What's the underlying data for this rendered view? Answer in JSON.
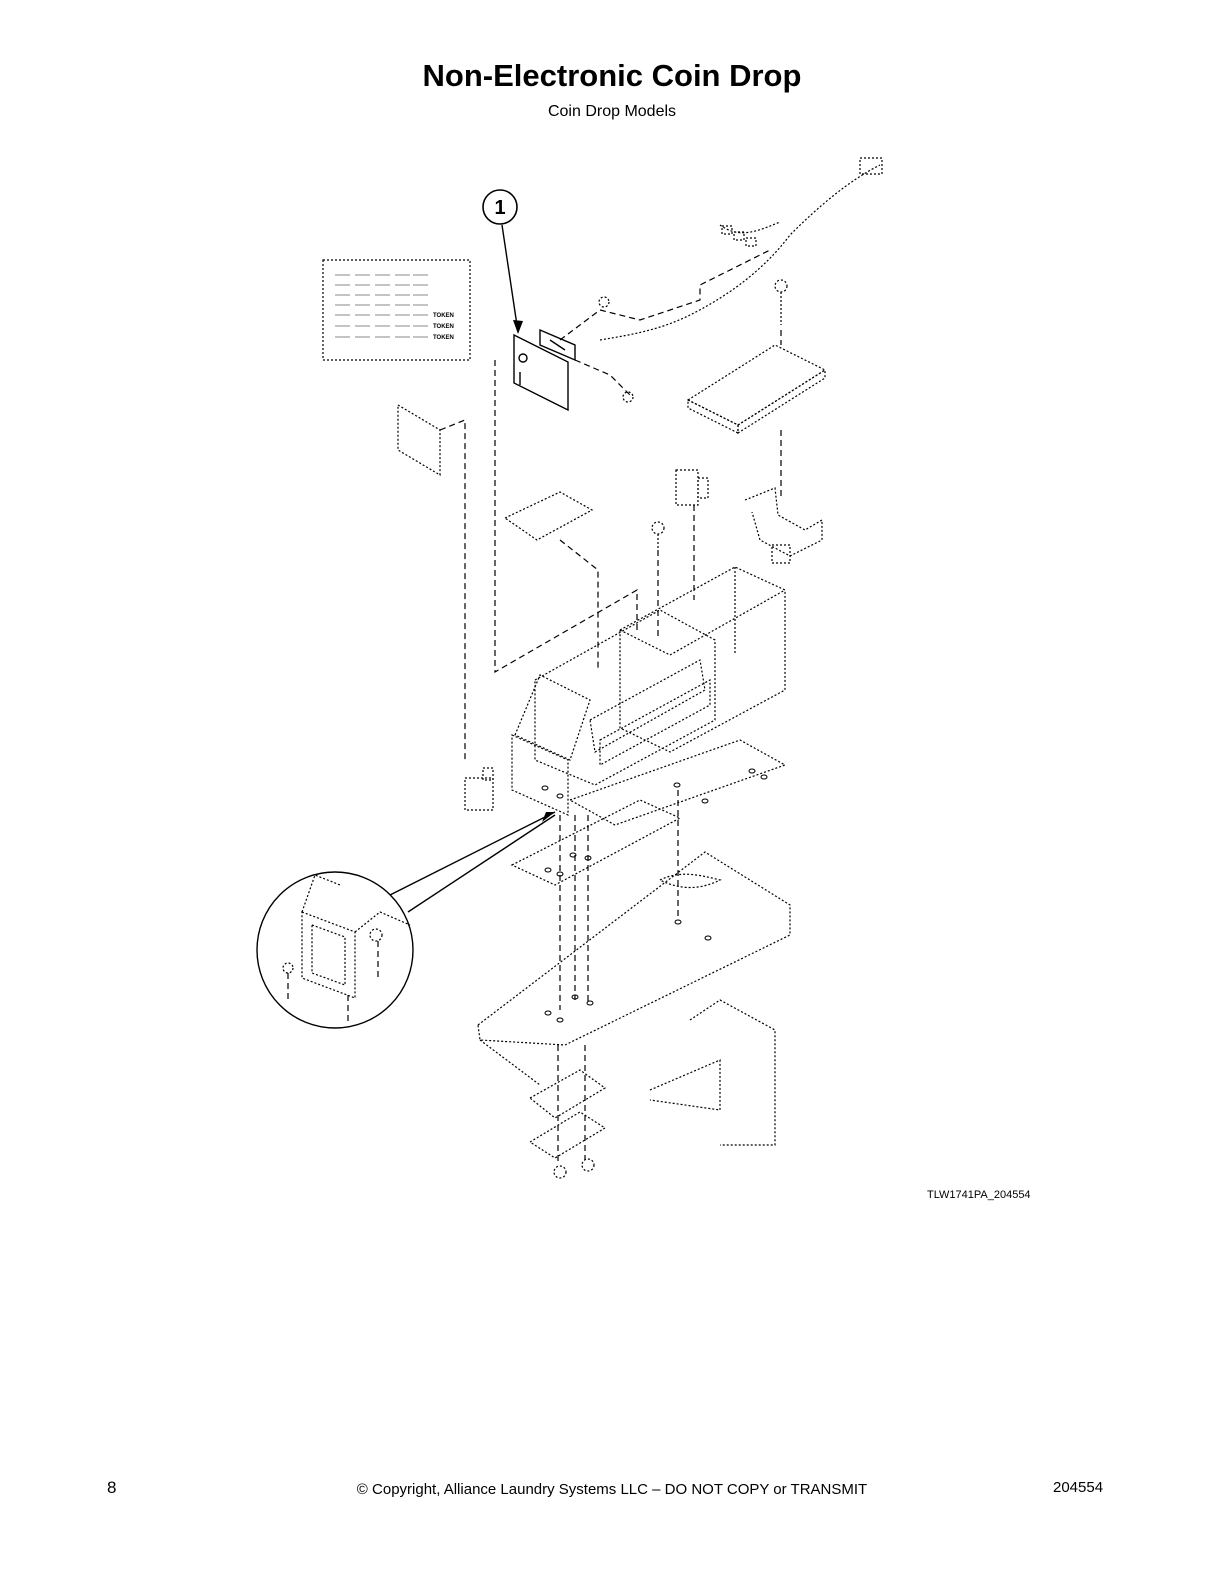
{
  "header": {
    "title": "Non-Electronic Coin Drop",
    "subtitle": "Coin Drop Models"
  },
  "diagram": {
    "callouts": [
      {
        "number": "1"
      }
    ],
    "decal_labels": [
      "TOKEN",
      "TOKEN",
      "TOKEN"
    ],
    "figure_id": "TLW1741PA_204554"
  },
  "footer": {
    "page_number": "8",
    "copyright": "© Copyright, Alliance Laundry Systems LLC – DO NOT COPY or TRANSMIT",
    "doc_number": "204554"
  }
}
